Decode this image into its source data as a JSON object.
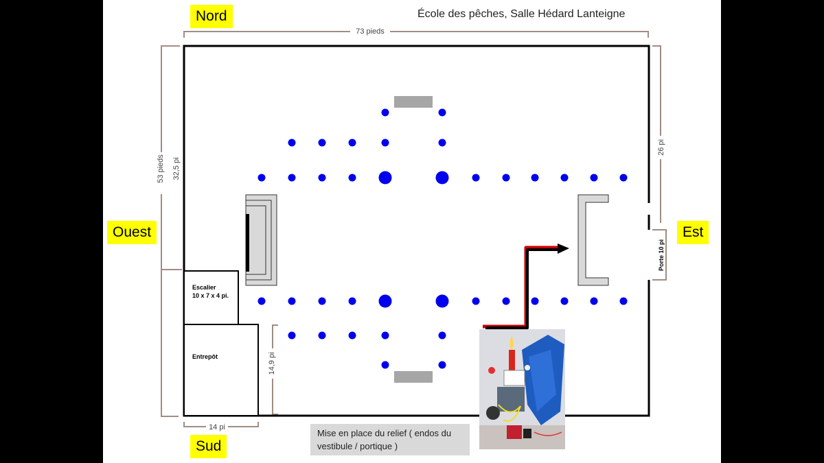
{
  "title": "École des pêches, Salle Hédard Lanteigne",
  "compass": {
    "north": "Nord",
    "south": "Sud",
    "west": "Ouest",
    "east": "Est"
  },
  "dimensions": {
    "top_width": "73 pieds",
    "left_outer": "53 pieds",
    "left_inner": "32,5 pi",
    "right": "26 pi",
    "door": "Porte 10 pi",
    "storage_height": "14,9 pi",
    "storage_width": "14 pi"
  },
  "rooms": {
    "stair_name": "Escalier",
    "stair_size": "10 x 7 x 4 pi.",
    "storage": "Entrepôt"
  },
  "caption_text": "Mise en place du relief ( endos du vestibule / portique )",
  "colors": {
    "dot": "#0000ee",
    "compass_bg": "#ffff00",
    "panel_gray": "#a6a6a6",
    "dim_line": "#a08c84",
    "arrow": "#cc0000"
  }
}
